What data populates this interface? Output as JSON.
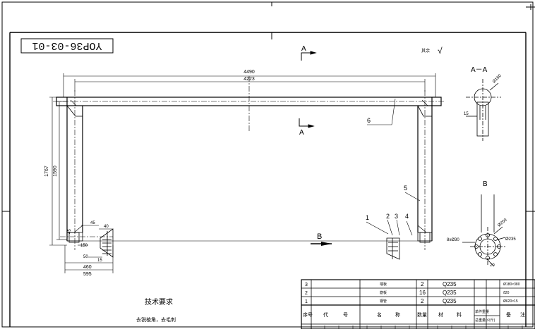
{
  "drawing": {
    "code_rotated": "YOP36-03-01",
    "section_mark": "A",
    "section_a_title": "A－A",
    "detail_b_mark": "B",
    "view_b_mark": "B",
    "roughness_label": "其余",
    "roughness_symbol": "√"
  },
  "dimensions": {
    "overall_width": "4490",
    "inner_width": "4223",
    "overall_height": "1767",
    "inner_height": "1590",
    "d1": "40",
    "d2": "45",
    "d3": "150",
    "d4": "50",
    "d5": "15",
    "d6": "460",
    "d7": "595",
    "d8": "45",
    "pipe_a": "Ø160",
    "pipe_a2": "15",
    "b_hole": "Ø250",
    "b_pcd": "Ø235",
    "b_holes": "8xØ30",
    "b_depth": "20"
  },
  "parts": {
    "p1": "1",
    "p2": "2",
    "p3": "3",
    "p4": "4",
    "p5": "5",
    "p6": "6"
  },
  "notes": {
    "title": "技术要求",
    "line1": "去锐棱角，去毛刺"
  },
  "bom": {
    "headers": [
      "序号",
      "代",
      "号",
      "名",
      "称",
      "数量",
      "材",
      "料",
      "单件重量",
      "总重量(公斤)",
      "备",
      "注"
    ],
    "rows": [
      {
        "no": "3",
        "name": "端板",
        "qty": "2",
        "material": "Q235",
        "note": "Ø180×380"
      },
      {
        "no": "2",
        "name": "筋板",
        "qty": "16",
        "material": "Q235",
        "note": "δ20"
      },
      {
        "no": "1",
        "name": "钢管",
        "qty": "2",
        "material": "Q235",
        "note": "Ø620×15"
      }
    ]
  }
}
